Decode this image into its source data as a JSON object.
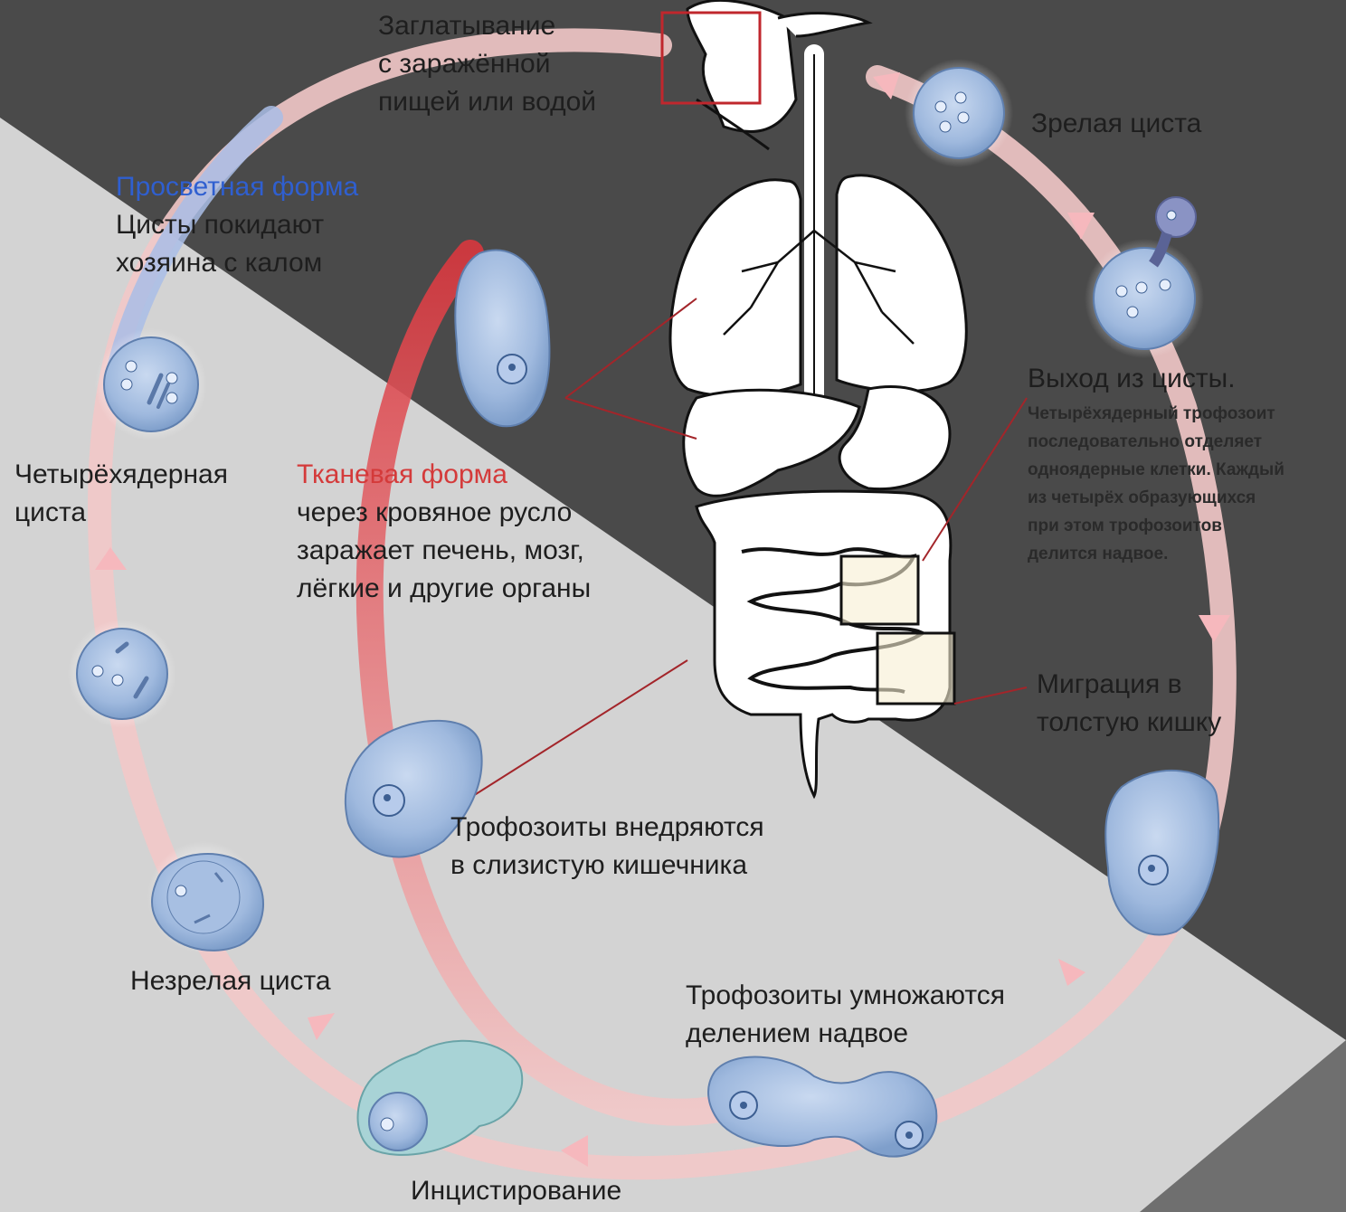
{
  "colors": {
    "dark_background": "#4a4a4a",
    "light_background": "#d3d3d3",
    "cycle_ring": "#f2c8c8",
    "tissue_arc": "#d9373e",
    "lumen_label": "#2f5fd0",
    "tissue_label": "#d43a3a",
    "cell_fill": "#9fb9de",
    "highlight_box": "#c0272d",
    "zoom_box": "#111111"
  },
  "stages": {
    "ingestion": [
      "Заглатывание",
      "с заражённой",
      "пищей или водой"
    ],
    "mature_cyst": "Зрелая циста",
    "excystation_title": "Выход из цисты.",
    "excystation_text": [
      "Четырёхядерный трофозоит",
      "последовательно отделяет",
      "одноядерные клетки. Каждый",
      "из четырёх образующихся",
      "при этом трофозоитов",
      "делится надвое."
    ],
    "migration": [
      "Миграция в",
      "толстую кишку"
    ],
    "multiplication": [
      "Трофозоиты умножаются",
      "делением надвое"
    ],
    "encystation": "Инцистирование",
    "immature_cyst": "Незрелая циста",
    "four_nucleus_cyst": [
      "Четырёхядерная",
      "циста"
    ],
    "invasion": [
      "Трофозоиты внедряются",
      "в слизистую кишечника"
    ]
  },
  "forms": {
    "lumen_title": "Просветная форма",
    "lumen_text": [
      "Цисты покидают",
      "хозяина с калом"
    ],
    "tissue_title": "Тканевая форма",
    "tissue_text": [
      "через кровяное русло",
      "заражает печень, мозг,",
      "лёгкие и другие органы"
    ]
  }
}
